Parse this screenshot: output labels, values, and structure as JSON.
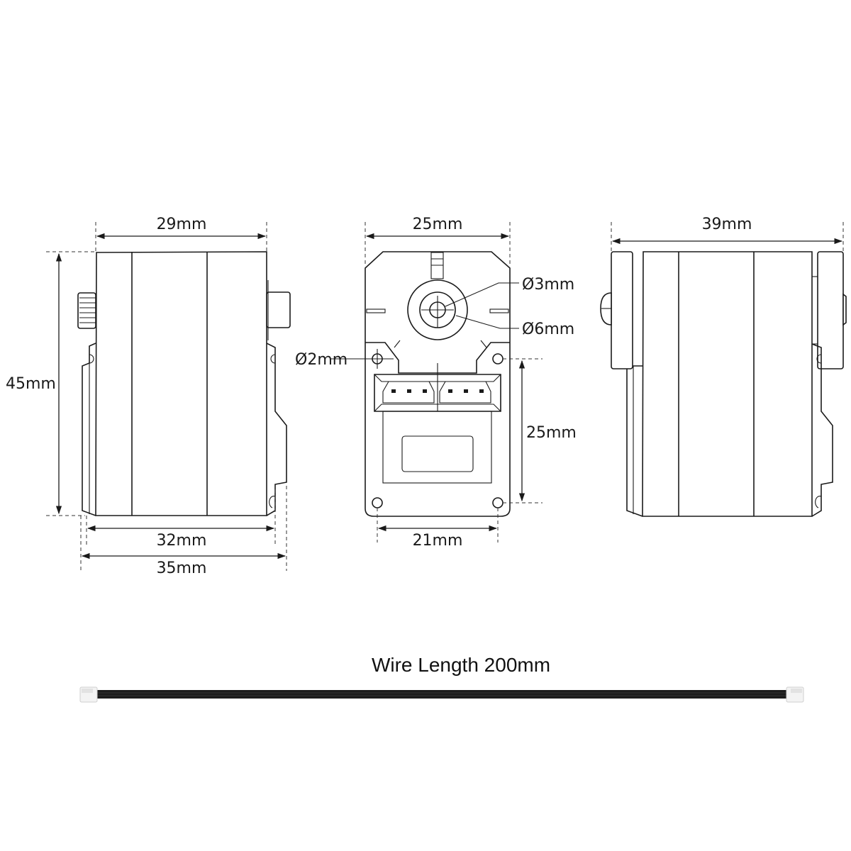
{
  "side_view": {
    "width_top": "29mm",
    "height": "45mm",
    "width_bottom_inner": "32mm",
    "width_bottom_outer": "35mm"
  },
  "front_view": {
    "width": "25mm",
    "shaft_inner_diameter": "Ø3mm",
    "shaft_outer_diameter": "Ø6mm",
    "mount_hole_diameter": "Ø2mm",
    "hole_spacing_vertical": "25mm",
    "hole_spacing_horizontal": "21mm"
  },
  "rear_side_view": {
    "overall_width": "39mm"
  },
  "wire": {
    "label": "Wire Length 200mm",
    "cable_color": "#1c1c1c",
    "connector_color": "#f2f2f2"
  }
}
